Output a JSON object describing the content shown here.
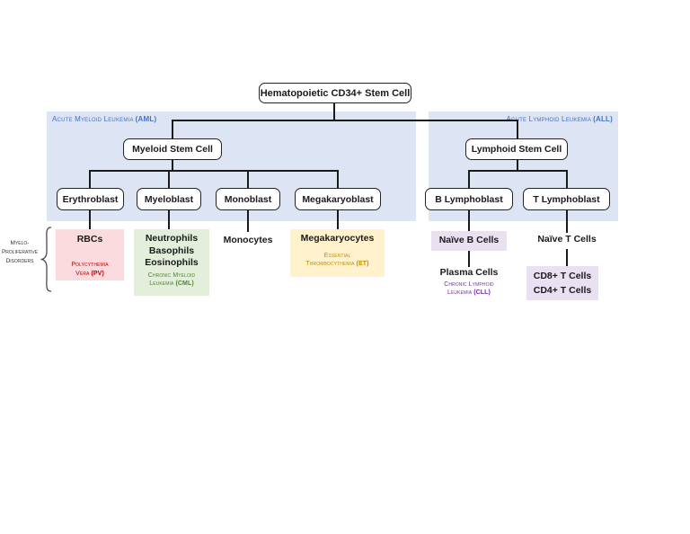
{
  "root": {
    "label": "Hematopoietic CD34+ Stem Cell"
  },
  "panels": {
    "myeloid": {
      "header": "Acute Myeloid Leukemia",
      "header_abbr": "(AML)",
      "stem_label": "Myeloid Stem Cell",
      "blasts": [
        "Erythroblast",
        "Myeloblast",
        "Monoblast",
        "Megakaryoblast"
      ]
    },
    "lymphoid": {
      "header": "Acute Lymphoid Leukemia",
      "header_abbr": "(ALL)",
      "stem_label": "Lymphoid Stem Cell",
      "blasts": [
        "B Lymphoblast",
        "T Lymphoblast"
      ]
    }
  },
  "outcomes": {
    "rbcs": {
      "label": "RBCs",
      "disease": "Polycythemia Vera",
      "disease_abbr": "(PV)"
    },
    "granulocytes": {
      "lines": [
        "Neutrophils",
        "Basophils",
        "Eosinophils"
      ],
      "disease_line1": "Chronic Myeloid",
      "disease_line2": "Leukemia",
      "disease_abbr": "(CML)"
    },
    "monocytes": {
      "label": "Monocytes"
    },
    "megakaryocytes": {
      "label": "Megakaryocytes",
      "disease_line1": "Essential",
      "disease_line2": "Thrombocythemia",
      "disease_abbr": "(ET)"
    },
    "naive_b": {
      "label": "Naïve B Cells"
    },
    "naive_t": {
      "label": "Naïve T Cells"
    },
    "plasma": {
      "label": "Plasma Cells",
      "disease_line1": "Chronic Lymphoid",
      "disease_line2": "Leukemia",
      "disease_abbr": "(CLL)"
    },
    "t_subsets": {
      "line1": "CD8+ T Cells",
      "line2": "CD4+ T Cells"
    }
  },
  "side_label": {
    "line1": "Myelo-",
    "line2": "Proliferative",
    "line3": "Disorders"
  },
  "colors": {
    "panel_bg": "#dde4f3",
    "panel_header_text": "#4472c4",
    "rbc_bg": "#fcdbde",
    "rbc_disease_text": "#c00000",
    "granulocyte_bg": "#e3efda",
    "granulocyte_disease_text": "#538135",
    "megakaryocyte_bg": "#fff2cc",
    "megakaryocyte_disease_text": "#bf9000",
    "lymphoid_bg": "#e9e1f2",
    "lymphoid_disease_text": "#7030a0",
    "connector_line": "#1a1a1a"
  }
}
